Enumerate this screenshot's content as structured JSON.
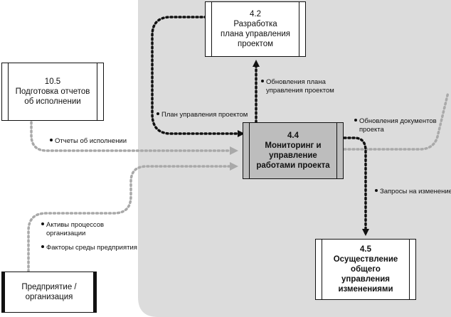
{
  "boxes": {
    "box_4_2": {
      "number": "4.2",
      "title_lines": [
        "Разработка",
        "плана управления",
        "проектом"
      ]
    },
    "box_10_5": {
      "number": "10.5",
      "title_lines": [
        "Подготовка отчетов",
        "об исполнении"
      ]
    },
    "box_4_4": {
      "number": "4.4",
      "title_lines": [
        "Мониторинг и",
        "управление",
        "работами проекта"
      ]
    },
    "box_4_5": {
      "number": "4.5",
      "title_lines": [
        "Осуществление",
        "общего",
        "управления",
        "изменениями"
      ]
    },
    "box_enterprise": {
      "title_lines": [
        "Предприятие /",
        "организация"
      ]
    }
  },
  "flows": {
    "pm_plan": "План управления проектом",
    "plan_updates": [
      "Обновления плана",
      "управления проектом"
    ],
    "perf_reports": "Отчеты об исполнении",
    "doc_updates": [
      "Обновления документов",
      "проекта"
    ],
    "change_requests": "Запросы на изменение",
    "org_assets": [
      "Активы процессов",
      "организации"
    ],
    "env_factors": "Факторы среды предприятия"
  },
  "colors": {
    "region_fill": "#dcdcdc",
    "center_fill": "#bdbdbd",
    "black_flow": "#111111",
    "gray_flow": "#a9a9a9"
  }
}
